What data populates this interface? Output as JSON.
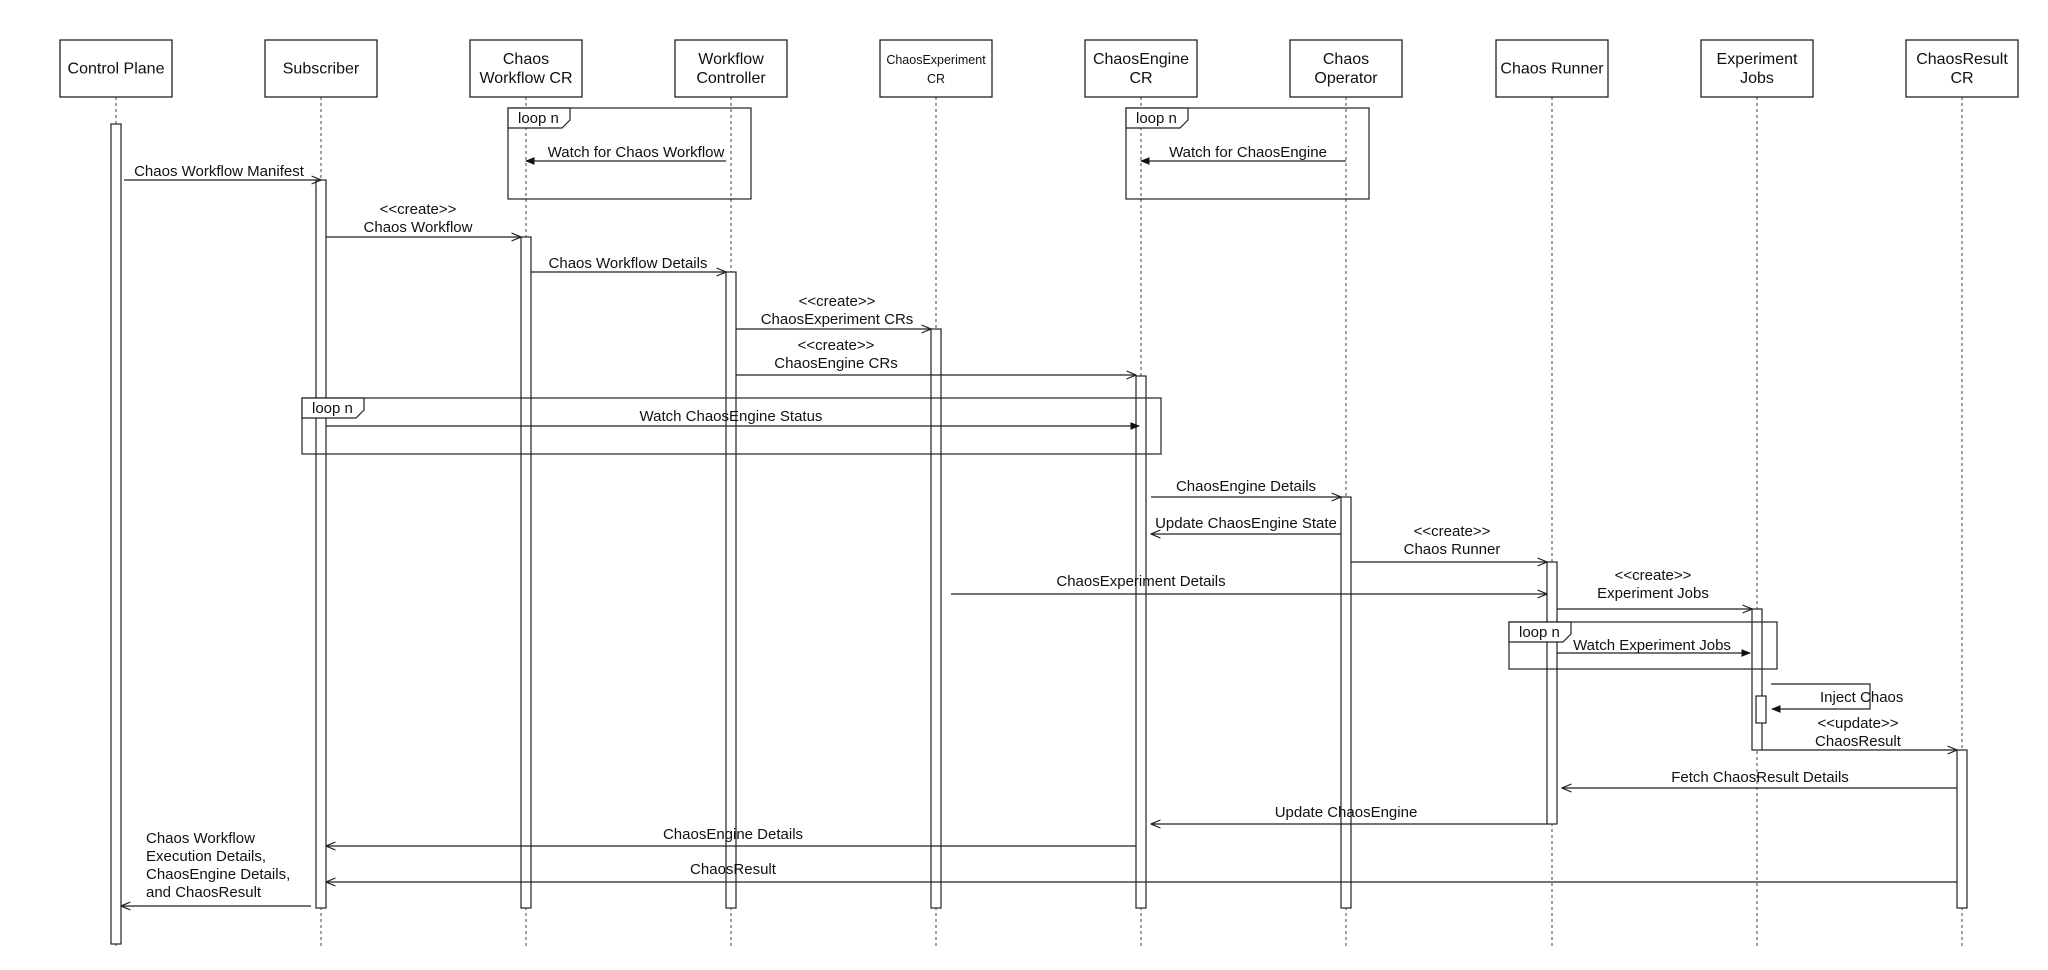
{
  "lifelines": [
    {
      "id": "control_plane",
      "lines": [
        "Control Plane"
      ]
    },
    {
      "id": "subscriber",
      "lines": [
        "Subscriber"
      ]
    },
    {
      "id": "chaos_workflow_cr",
      "lines": [
        "Chaos",
        "Workflow CR"
      ]
    },
    {
      "id": "workflow_controller",
      "lines": [
        "Workflow",
        "Controller"
      ]
    },
    {
      "id": "chaos_experiment_cr",
      "lines": [
        "ChaosExperiment",
        "CR"
      ],
      "small": true
    },
    {
      "id": "chaos_engine_cr",
      "lines": [
        "ChaosEngine",
        "CR"
      ]
    },
    {
      "id": "chaos_operator",
      "lines": [
        "Chaos",
        "Operator"
      ]
    },
    {
      "id": "chaos_runner",
      "lines": [
        "Chaos Runner"
      ]
    },
    {
      "id": "experiment_jobs",
      "lines": [
        "Experiment",
        "Jobs"
      ]
    },
    {
      "id": "chaos_result_cr",
      "lines": [
        "ChaosResult",
        "CR"
      ]
    }
  ],
  "fragments": [
    {
      "id": "loop_workflow",
      "label": "loop n"
    },
    {
      "id": "loop_engine",
      "label": "loop n"
    },
    {
      "id": "loop_status",
      "label": "loop n"
    },
    {
      "id": "loop_jobs",
      "label": "loop n"
    }
  ],
  "messages": [
    {
      "id": "m1",
      "lines": [
        "Watch for Chaos Workflow"
      ],
      "from": "workflow_controller",
      "to": "chaos_workflow_cr",
      "head": "filled"
    },
    {
      "id": "m2",
      "lines": [
        "Watch for ChaosEngine"
      ],
      "from": "chaos_operator",
      "to": "chaos_engine_cr",
      "head": "filled"
    },
    {
      "id": "m3",
      "lines": [
        "Chaos Workflow Manifest"
      ],
      "from": "control_plane",
      "to": "subscriber",
      "head": "open"
    },
    {
      "id": "m4",
      "lines": [
        "<<create>>",
        "Chaos Workflow"
      ],
      "from": "subscriber",
      "to": "chaos_workflow_cr",
      "head": "open"
    },
    {
      "id": "m5",
      "lines": [
        "Chaos Workflow Details"
      ],
      "from": "chaos_workflow_cr",
      "to": "workflow_controller",
      "head": "open"
    },
    {
      "id": "m6",
      "lines": [
        "<<create>>",
        "ChaosExperiment CRs"
      ],
      "from": "workflow_controller",
      "to": "chaos_experiment_cr",
      "head": "open"
    },
    {
      "id": "m7",
      "lines": [
        "<<create>>",
        "ChaosEngine CRs"
      ],
      "from": "workflow_controller",
      "to": "chaos_engine_cr",
      "head": "open"
    },
    {
      "id": "m8",
      "lines": [
        "Watch ChaosEngine Status"
      ],
      "from": "subscriber",
      "to": "chaos_engine_cr",
      "head": "filled"
    },
    {
      "id": "m9",
      "lines": [
        "ChaosEngine Details"
      ],
      "from": "chaos_engine_cr",
      "to": "chaos_operator",
      "head": "open"
    },
    {
      "id": "m10",
      "lines": [
        "Update ChaosEngine State"
      ],
      "from": "chaos_operator",
      "to": "chaos_engine_cr",
      "head": "open"
    },
    {
      "id": "m11",
      "lines": [
        "<<create>>",
        "Chaos Runner"
      ],
      "from": "chaos_operator",
      "to": "chaos_runner",
      "head": "open"
    },
    {
      "id": "m12",
      "lines": [
        "ChaosExperiment Details"
      ],
      "from": "chaos_experiment_cr",
      "to": "chaos_runner",
      "head": "open"
    },
    {
      "id": "m13",
      "lines": [
        "<<create>>",
        "Experiment Jobs"
      ],
      "from": "chaos_runner",
      "to": "experiment_jobs",
      "head": "open"
    },
    {
      "id": "m14",
      "lines": [
        "Watch Experiment Jobs"
      ],
      "from": "chaos_runner",
      "to": "experiment_jobs",
      "head": "filled"
    },
    {
      "id": "m15",
      "lines": [
        "Inject Chaos"
      ],
      "from": "experiment_jobs",
      "to": "experiment_jobs",
      "head": "filled"
    },
    {
      "id": "m16",
      "lines": [
        "<<update>>",
        "ChaosResult"
      ],
      "from": "experiment_jobs",
      "to": "chaos_result_cr",
      "head": "open"
    },
    {
      "id": "m17",
      "lines": [
        "Fetch ChaosResult Details"
      ],
      "from": "chaos_result_cr",
      "to": "chaos_runner",
      "head": "open"
    },
    {
      "id": "m18",
      "lines": [
        "Update ChaosEngine"
      ],
      "from": "chaos_runner",
      "to": "chaos_engine_cr",
      "head": "open"
    },
    {
      "id": "m19",
      "lines": [
        "ChaosEngine Details"
      ],
      "from": "chaos_engine_cr",
      "to": "subscriber",
      "head": "open"
    },
    {
      "id": "m20",
      "lines": [
        "ChaosResult"
      ],
      "from": "chaos_result_cr",
      "to": "subscriber",
      "head": "open"
    },
    {
      "id": "m21",
      "lines": [
        "Chaos Workflow",
        "Execution Details,",
        "ChaosEngine Details,",
        "and ChaosResult"
      ],
      "from": "subscriber",
      "to": "control_plane",
      "head": "open"
    }
  ],
  "colors": {
    "stroke": "#222222",
    "background": "#ffffff",
    "text": "#111111"
  }
}
